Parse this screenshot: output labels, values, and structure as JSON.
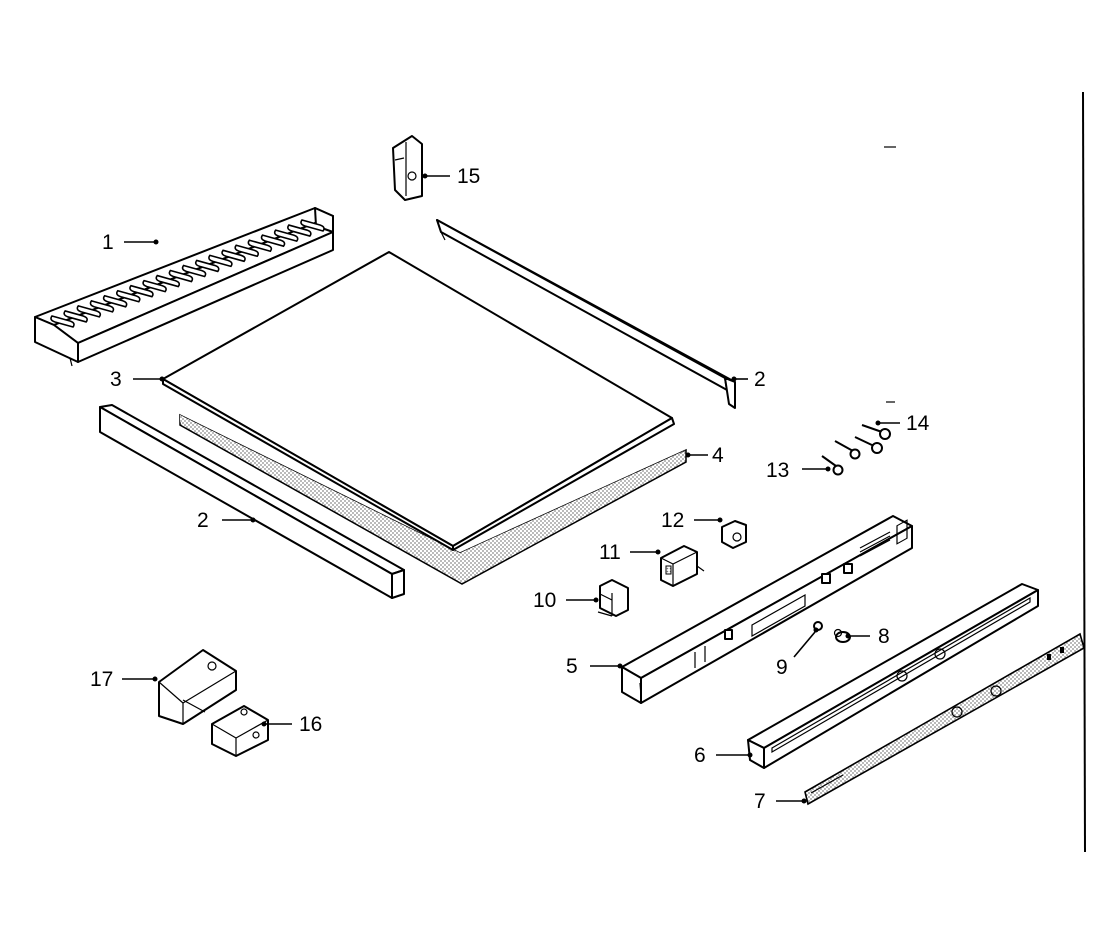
{
  "colors": {
    "ink": "#000000",
    "paper": "#ffffff",
    "screen_pattern": "#9a9a9a"
  },
  "callouts": {
    "c1": "1",
    "c2a": "2",
    "c2b": "2",
    "c3": "3",
    "c4": "4",
    "c5": "5",
    "c6": "6",
    "c7": "7",
    "c8": "8",
    "c9": "9",
    "c10": "10",
    "c11": "11",
    "c12": "12",
    "c13": "13",
    "c14": "14",
    "c15": "15",
    "c16": "16",
    "c17": "17"
  }
}
